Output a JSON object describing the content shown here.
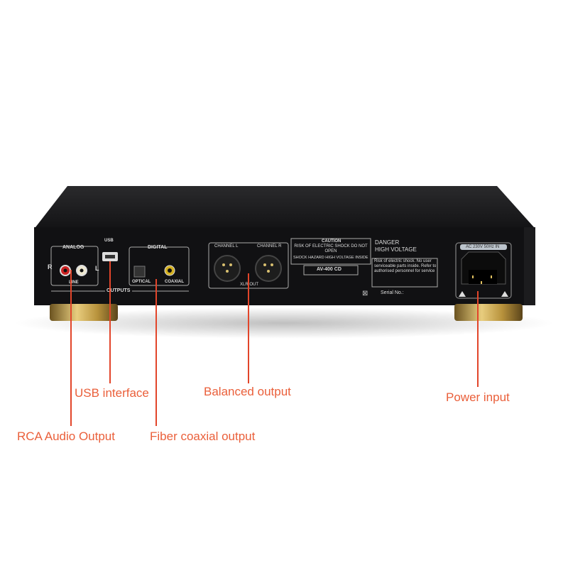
{
  "callouts": {
    "rca": "RCA Audio Output",
    "usb": "USB interface",
    "fiber": "Fiber coaxial output",
    "balanced": "Balanced output",
    "power": "Power input"
  },
  "panel": {
    "analog": "ANALOG",
    "r": "R",
    "l": "L",
    "line": "LINE",
    "usb": "USB",
    "digital": "DIGITAL",
    "optical": "OPTICAL",
    "coaxial": "COAXIAL",
    "outputs": "OUTPUTS",
    "channel_l": "CHANNEL L",
    "channel_r": "CHANNEL R",
    "xlr_out": "XLR OUT",
    "caution": "CAUTION",
    "caution_sub": "RISK OF ELECTRIC SHOCK DO NOT OPEN",
    "shock_hazard": "SHOCK HAZARD HIGH VOLTAGE INSIDE",
    "model": "AV-400 CD",
    "danger": "DANGER",
    "high_voltage": "HIGH VOLTAGE",
    "warning": "Risk of electric shock. No user serviceable parts inside. Refer to authorised personnel for service",
    "serial": "Serial No.:",
    "ac_label": "AC 230V 50Hz IN"
  },
  "colors": {
    "accent": "#ea5f3a",
    "line": "#e2452a"
  }
}
